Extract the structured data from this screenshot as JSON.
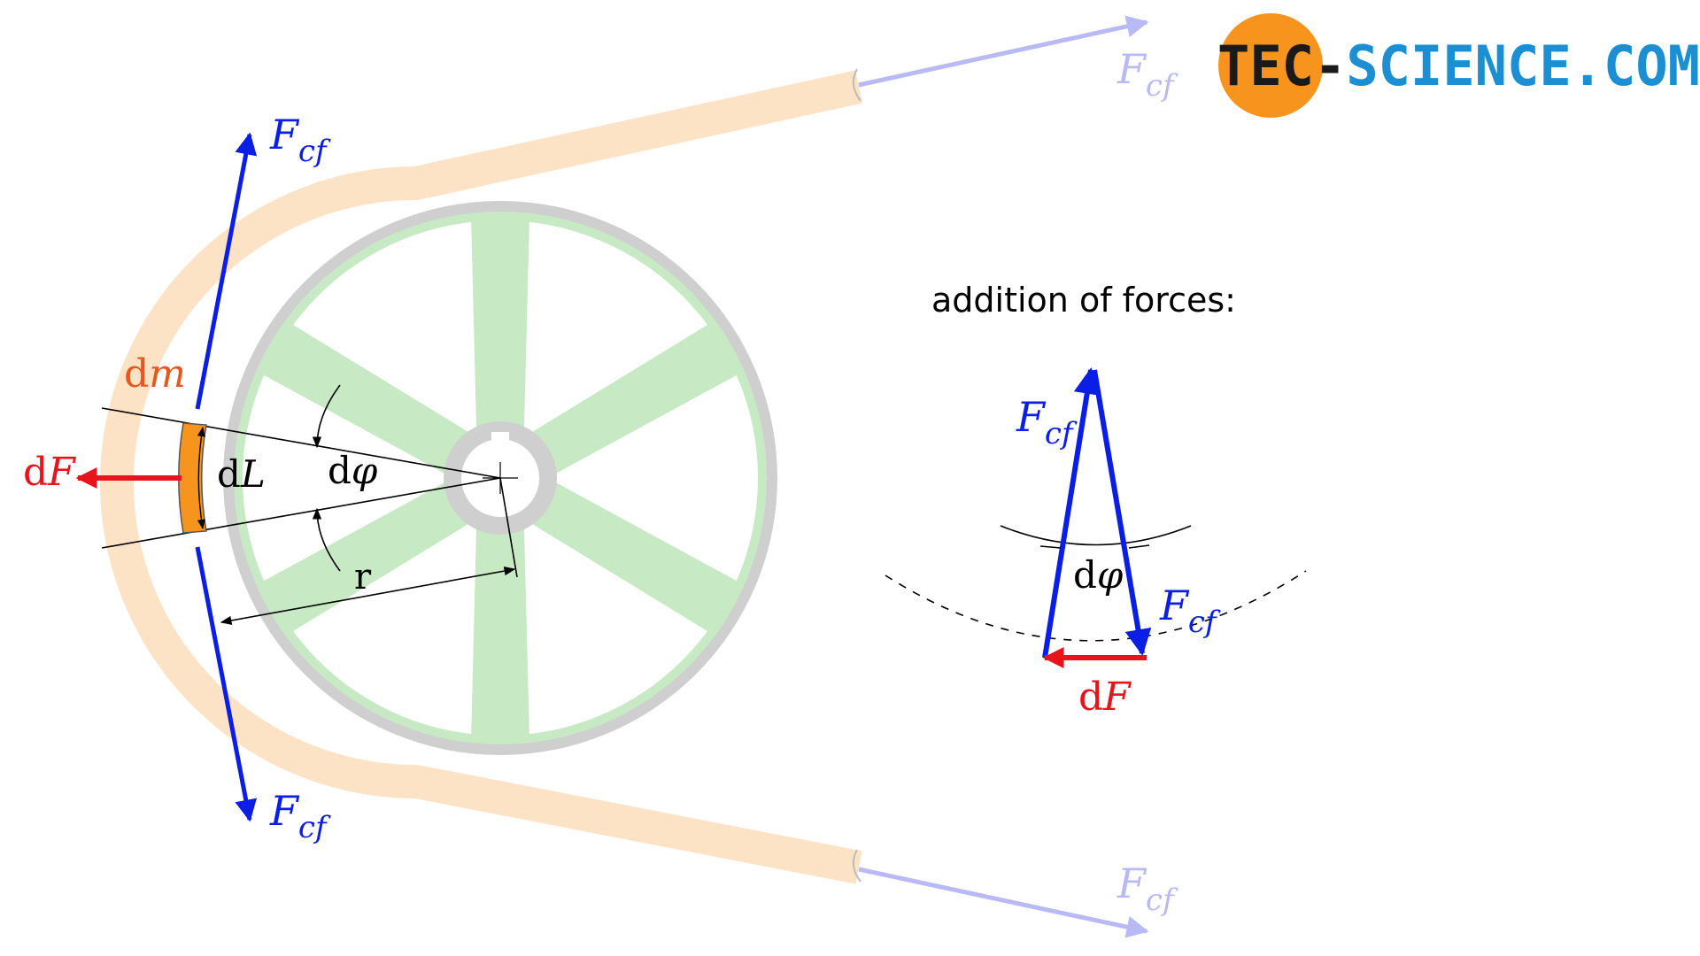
{
  "logo": {
    "part1": "TEC-",
    "part2": "SCIENCE",
    "part3": ".COM",
    "circle_color": "#f7941d",
    "dark_color": "#1a1a1a",
    "blue_color": "#1b8fd2"
  },
  "heading": "addition of forces:",
  "labels": {
    "fcf_main": "F",
    "fcf_sub": "cf",
    "df_d": "d",
    "df_f": "F",
    "dm_d": "d",
    "dm_m": "m",
    "dl_d": "d",
    "dl_l": "L",
    "dphi_d": "d",
    "dphi_phi": "φ",
    "r": "r"
  },
  "colors": {
    "belt": "#fde3c6",
    "belt_segment": "#f7941d",
    "pulley_rim": "#cfcfcf",
    "pulley_fill": "#c7e9c3",
    "force_blue": "#0a1ee6",
    "force_faded": "#b9b9f5",
    "force_red": "#e8141b",
    "dm_orange": "#e8561b"
  },
  "icons": {
    "logo": "tec-science-logo",
    "arrows": "force-arrow"
  }
}
